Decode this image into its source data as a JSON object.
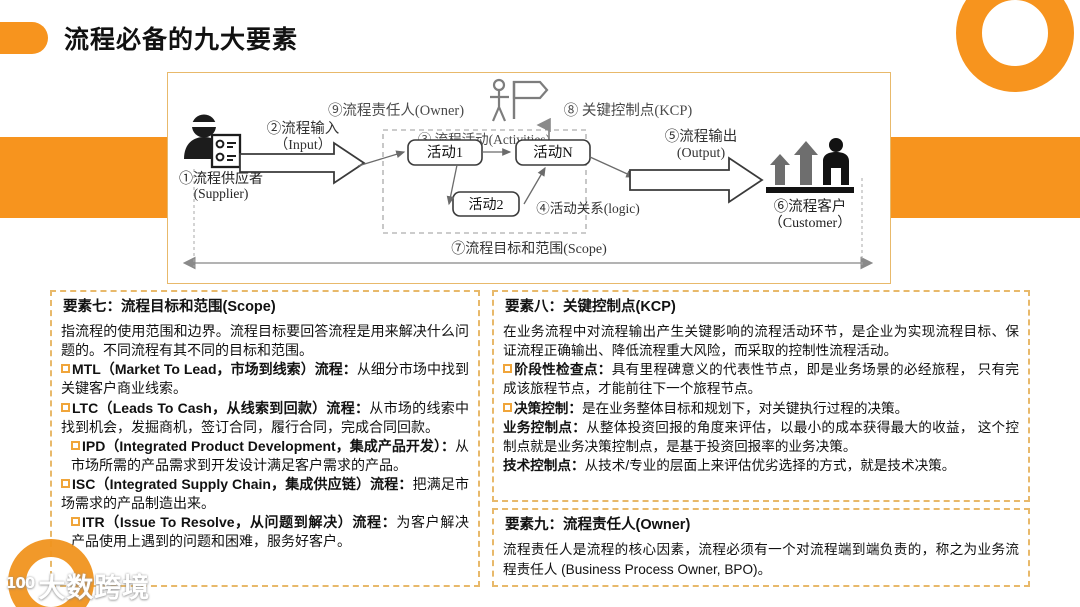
{
  "page": {
    "title": "流程必备的九大要素"
  },
  "colors": {
    "accent_orange": "#F7941E",
    "box_border": "#E8B96B",
    "bullet_orange": "#F0A53A",
    "text": "#111111"
  },
  "watermark": {
    "logo_text": "100",
    "label": "大数跨境"
  },
  "diagram": {
    "type": "process-flow",
    "labels": {
      "owner": "⑨流程责任人(Owner)",
      "kcp": "⑧ 关键控制点(KCP)",
      "supplier_cn": "①流程供应者",
      "supplier_en": "(Supplier)",
      "input_cn": "②流程输入",
      "input_en": "（Input）",
      "activities": "③ 流程活动(Activities)",
      "activity_1": "活动1",
      "activity_2": "活动2",
      "activity_n": "活动N",
      "logic": "④活动关系(logic)",
      "output_cn": "⑤流程输出",
      "output_en": "(Output)",
      "customer_cn": "⑥流程客户",
      "customer_en": "（Customer）",
      "scope": "⑦流程目标和范围(Scope)"
    },
    "icons": {
      "owner": "person-with-flag-icon",
      "supplier": "person-with-document-icon",
      "customer": "person-with-growth-bars-icon"
    }
  },
  "element_seven": {
    "title": "要素七：流程目标和范围(Scope)",
    "paragraphs": [
      "指流程的使用范围和边界。流程目标要回答流程是用来解决什么问题的。不同流程有其不同的目标和范围。",
      "MTL（Market To Lead，市场到线索）流程：从细分市场中找到关键客户商业线索。",
      "LTC（Leads To Cash，从线索到回款）流程：从市场的线索中找到机会，发掘商机，签订合同，履行合同，完成合同回款。",
      "IPD（Integrated Product Development，集成产品开发）：从市场所需的产品需求到开发设计满足客户需求的产品。",
      "ISC（Integrated Supply Chain，集成供应链）流程：把满足市场需求的产品制造出来。",
      "ITR（Issue To Resolve，从问题到解决）流程：为客户解决产品使用上遇到的问题和困难，服务好客户。"
    ],
    "items": [
      {
        "label": "MTL（Market To Lead，市场到线索）流程：",
        "desc": "从细分市场中找到关键客户商业线索。",
        "indented": false
      },
      {
        "label": "LTC（Leads To Cash，从线索到回款）流程：",
        "desc": "从市场的线索中找到机会，发掘商机，签订合同，履行合同，完成合同回款。",
        "indented": false
      },
      {
        "label": "IPD（Integrated Product Development，集成产品开发）：",
        "desc": "从市场所需的产品需求到开发设计满足客户需求的产品。",
        "indented": true
      },
      {
        "label": "ISC（Integrated Supply Chain，集成供应链）流程：",
        "desc": "把满足市场需求的产品制造出来。",
        "indented": false
      },
      {
        "label": "ITR（Issue To Resolve，从问题到解决）流程：",
        "desc": "为客户解决产品使用上遇到的问题和困难，服务好客户。",
        "indented": true
      }
    ],
    "intro": "指流程的使用范围和边界。流程目标要回答流程是用来解决什么问题的。不同流程有其不同的目标和范围。"
  },
  "element_eight": {
    "title": "要素八：关键控制点(KCP)",
    "intro": "在业务流程中对流程输出产生关键影响的流程活动环节，是企业为实现流程目标、保证流程正确输出、降低流程重大风险，而采取的控制性流程活动。",
    "bullets": [
      {
        "label": "阶段性检查点：",
        "desc": "具有里程碑意义的代表性节点，即是业务场景的必经旅程， 只有完成该旅程节点，才能前往下一个旅程节点。"
      },
      {
        "label": "决策控制：",
        "desc": "是在业务整体目标和规划下，对关键执行过程的决策。"
      }
    ],
    "points": [
      {
        "label": "业务控制点：",
        "desc": "从整体投资回报的角度来评估，以最小的成本获得最大的收益， 这个控制点就是业务决策控制点，是基于投资回报率的业务决策。"
      },
      {
        "label": "技术控制点：",
        "desc": "从技术/专业的层面上来评估优劣选择的方式，就是技术决策。"
      }
    ]
  },
  "element_nine": {
    "title": "要素九：流程责任人(Owner)",
    "body": "流程责任人是流程的核心因素，流程必须有一个对流程端到端负责的，称之为业务流程责任人 (Business Process Owner, BPO)。"
  }
}
